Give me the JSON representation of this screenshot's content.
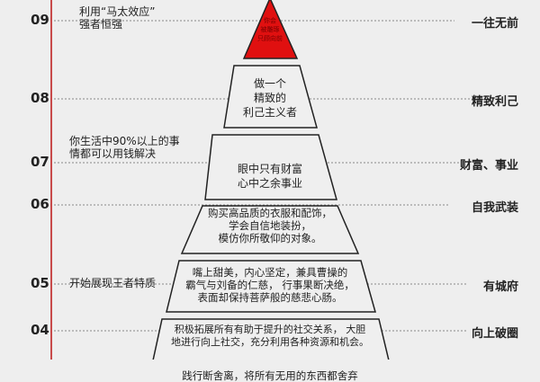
{
  "levels": [
    {
      "num": "09",
      "tag": "一往无前",
      "note": "利用“马太效应”\n强者恒强",
      "text": "你会\n被雕琢\n只顾向前"
    },
    {
      "num": "08",
      "tag": "精致利己",
      "text": "做一个\n精致的\n利己主义者"
    },
    {
      "num": "07",
      "tag": "财富、事业",
      "note": "你生活中90%以上的事\n情都可以用钱解决",
      "text": "眼中只有财富\n心中之余事业"
    },
    {
      "num": "06",
      "tag": "自我武装",
      "text": "购买高品质的衣服和配饰，\n学会自信地装扮，\n模仿你所敬仰的对象。"
    },
    {
      "num": "05",
      "tag": "有城府",
      "note": "开始展现王者特质",
      "text": "嘴上甜美，内心坚定，兼具曹操的\n霸气与刘备的仁慈， 行事果断决绝，\n表面却保持菩萨般的慈悲心肠。"
    },
    {
      "num": "04",
      "tag": "向上破圈",
      "text": "积极拓展所有有助于提升的社交关系， 大胆\n地进行向上社交，充分利用各种资源和机会。"
    },
    {
      "text": "践行断舍离，将所有无用的东西都舍弃"
    }
  ],
  "colors": {
    "peak": "#e01010",
    "axis": "#c84a4a",
    "outline": "#222222"
  }
}
